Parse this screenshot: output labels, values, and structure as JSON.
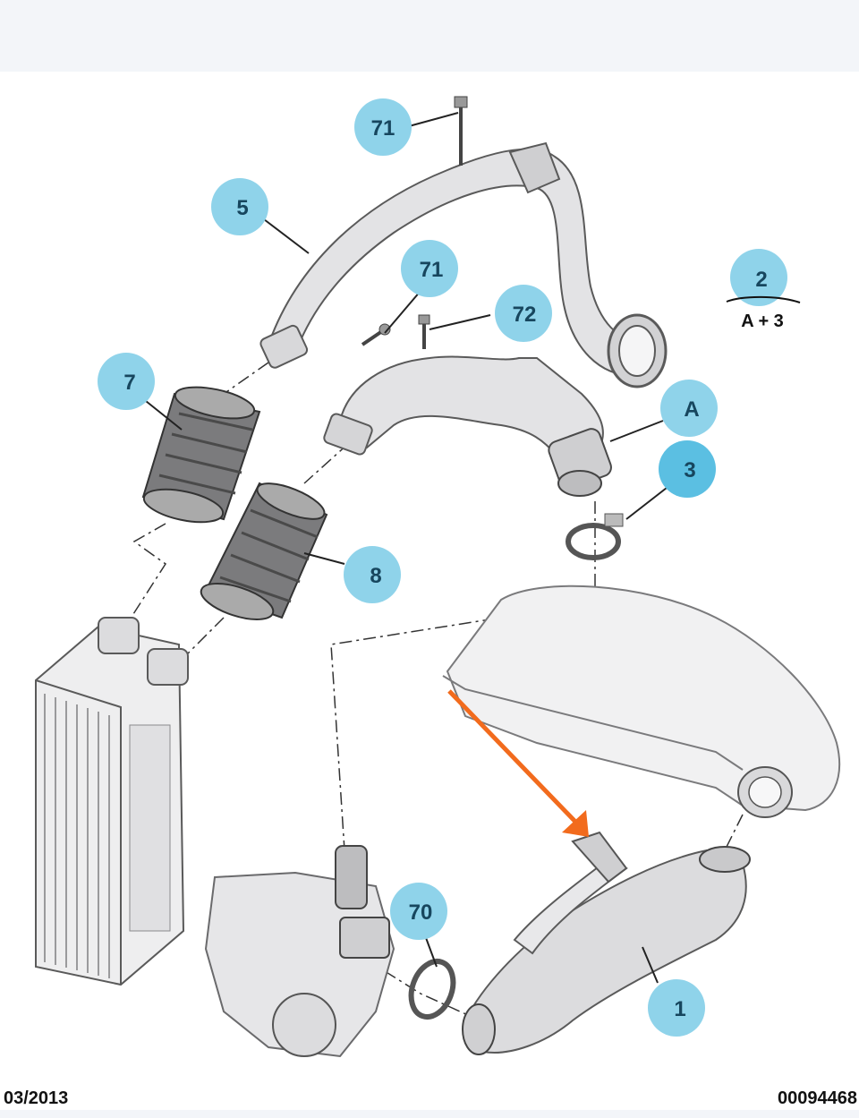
{
  "callouts": {
    "c71a": "71",
    "c5": "5",
    "c71b": "71",
    "c72": "72",
    "c2": "2",
    "c7": "7",
    "cA": "A",
    "c3": "3",
    "c8": "8",
    "c70": "70",
    "c1": "1"
  },
  "note": {
    "formula": "A + 3"
  },
  "footer": {
    "date": "03/2013",
    "reference": "00094468"
  },
  "colors": {
    "callout_fill": "#8fd3ea",
    "callout_text": "#17465e",
    "arrow": "#f26b1d",
    "part_fill": "#e3e3e5",
    "part_stroke": "#5a5a5a"
  }
}
